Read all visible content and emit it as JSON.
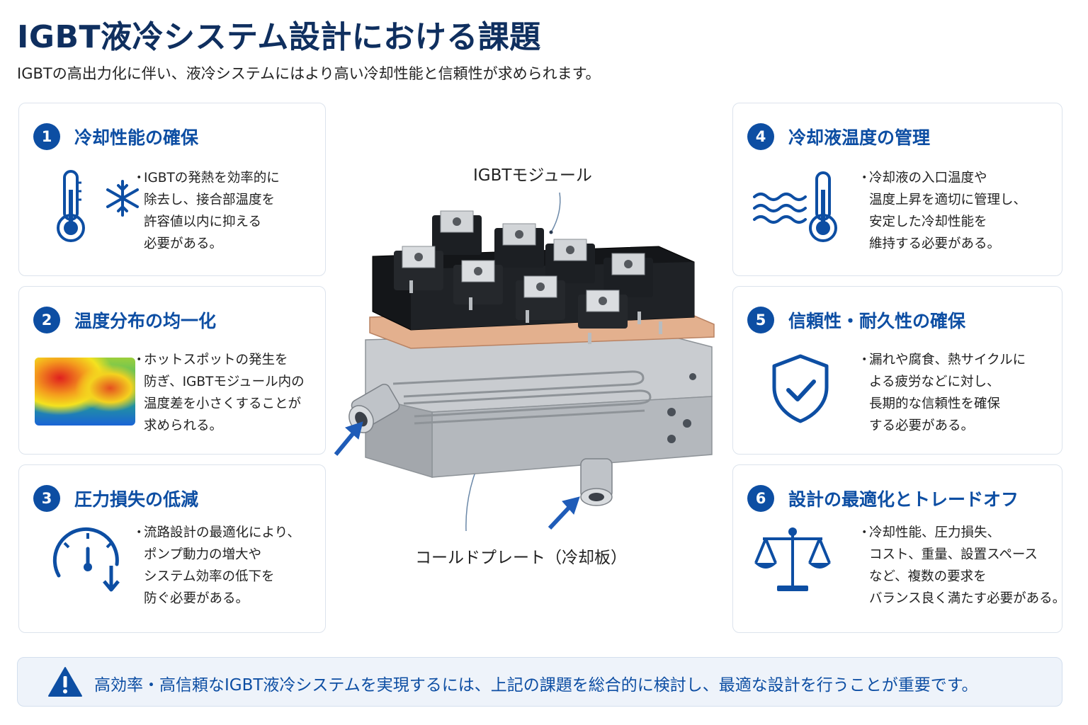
{
  "header": {
    "title": "IGBT液冷システム設計における課題",
    "subtitle": "IGBTの高出力化に伴い、液冷システムにはより高い冷却性能と信頼性が求められます。"
  },
  "cards": [
    {
      "num": "1",
      "title": "冷却性能の確保",
      "lines": [
        "IGBTの発熱を効率的に",
        "除去し、接合部温度を",
        "許容値以内に抑える",
        "必要がある。"
      ],
      "icon": "thermometer-snowflake-icon"
    },
    {
      "num": "2",
      "title": "温度分布の均一化",
      "lines": [
        "ホットスポットの発生を",
        "防ぎ、IGBTモジュール内の",
        "温度差を小さくすることが",
        "求められる。"
      ],
      "icon": "heatmap-icon"
    },
    {
      "num": "3",
      "title": "圧力損失の低減",
      "lines": [
        "流路設計の最適化により、",
        "ポンプ動力の増大や",
        "システム効率の低下を",
        "防ぐ必要がある。"
      ],
      "icon": "pressure-gauge-icon"
    },
    {
      "num": "4",
      "title": "冷却液温度の管理",
      "lines": [
        "冷却液の入口温度や",
        "温度上昇を適切に管理し、",
        "安定した冷却性能を",
        "維持する必要がある。"
      ],
      "icon": "waves-thermometer-icon"
    },
    {
      "num": "5",
      "title": "信頼性・耐久性の確保",
      "lines": [
        "漏れや腐食、熱サイクルに",
        "よる疲労などに対し、",
        "長期的な信頼性を確保",
        "する必要がある。"
      ],
      "icon": "shield-check-icon"
    },
    {
      "num": "6",
      "title": "設計の最適化とトレードオフ",
      "lines": [
        "冷却性能、圧力損失、",
        "コスト、重量、設置スペース",
        "など、複数の要求を",
        "バランス良く満たす必要がある。"
      ],
      "icon": "balance-scale-icon"
    }
  ],
  "center": {
    "module_label": "IGBTモジュール",
    "plate_label": "コールドプレート（冷却板）"
  },
  "footer": {
    "text": "高効率・高信頼なIGBT液冷システムを実現するには、上記の課題を総合的に検討し、最適な設計を行うことが重要です。"
  },
  "colors": {
    "accent": "#0d4ea3",
    "title": "#0f2f5f",
    "border": "#dce3ec",
    "footer_bg": "#eef3fa"
  }
}
